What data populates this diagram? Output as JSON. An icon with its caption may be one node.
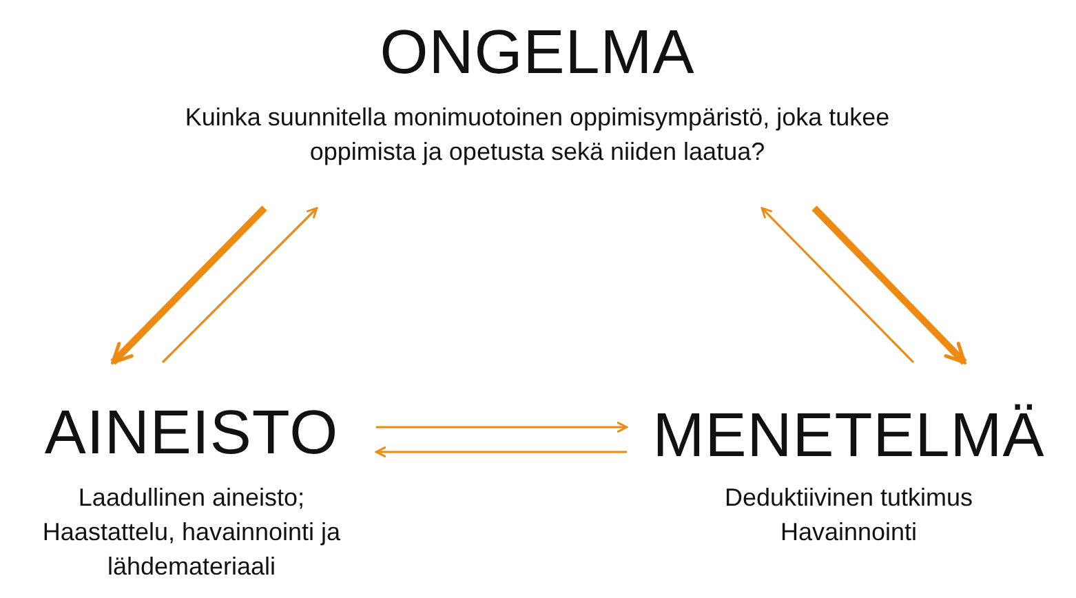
{
  "diagram": {
    "nodes": [
      {
        "text": [
          "ONGELMA",
          "Kuinka suunnitella monimuotoinen oppimisympäristö, joka tukee oppimista ja opetusta sekä niiden laatua?"
        ]
      },
      {
        "text": [
          "AINEISTO",
          "Laadullinen aineisto; Haastattelu, havainnointi ja lähdemateriaali"
        ]
      },
      {
        "text": [
          "MENETELMÄ",
          "Deduktiivinen tutkimus Havainnointi"
        ]
      }
    ],
    "edges": [
      {
        "from": 0,
        "to": 1,
        "arrow": "to",
        "style": "thick"
      },
      {
        "from": 1,
        "to": 0,
        "arrow": "to"
      },
      {
        "from": 0,
        "to": 2,
        "arrow": "to",
        "style": "thick"
      },
      {
        "from": 2,
        "to": 0,
        "arrow": "to"
      },
      {
        "from": 1,
        "to": 2,
        "arrow": "to"
      },
      {
        "from": 2,
        "to": 1,
        "arrow": "to"
      }
    ]
  }
}
